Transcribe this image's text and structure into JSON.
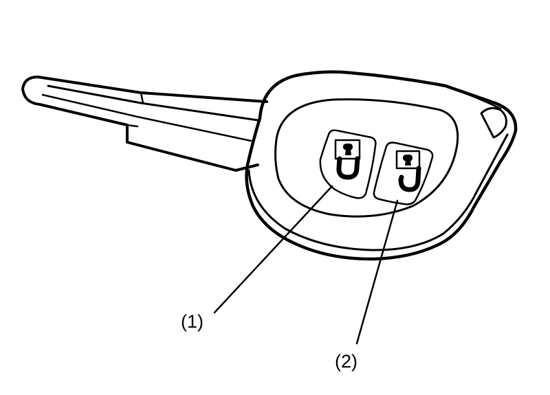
{
  "diagram": {
    "colors": {
      "ink": "#000000",
      "paper": "#ffffff"
    },
    "callouts": [
      {
        "id": "1",
        "label": "(1)",
        "part": "lock-button"
      },
      {
        "id": "2",
        "label": "(2)",
        "part": "unlock-button"
      }
    ],
    "icons": [
      "closed-padlock-icon",
      "open-padlock-icon"
    ]
  }
}
